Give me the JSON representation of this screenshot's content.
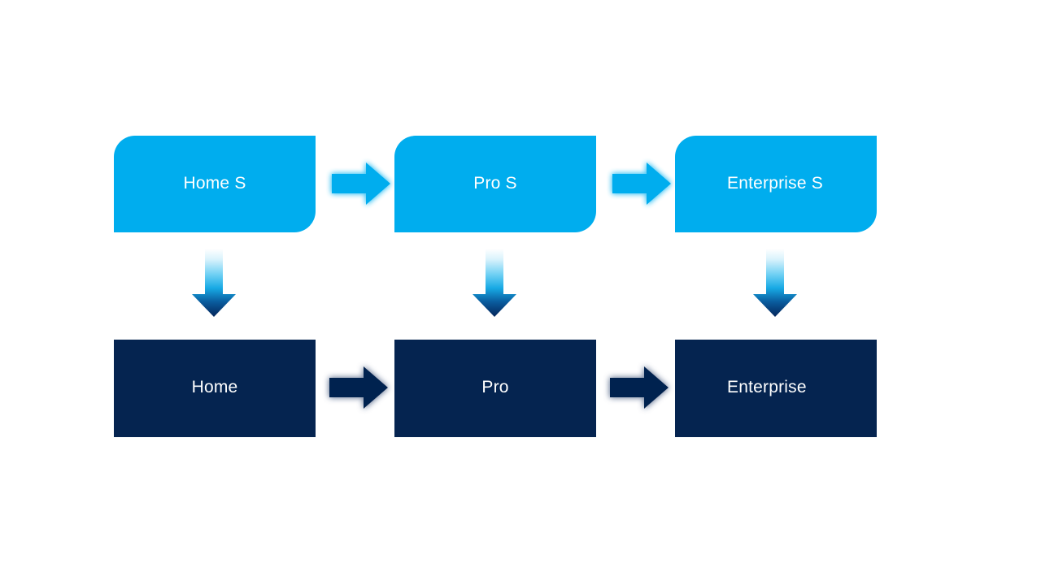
{
  "diagram": {
    "title": "Product tier progression diagram",
    "background_color": "#FFFFFF",
    "colors": {
      "tier_accent": "#00ADEE",
      "tier_base": "#052450",
      "label_text": "#FFFFFF",
      "gradient_top": "#FFFFFF",
      "gradient_mid": "#35BDF0",
      "gradient_bottom": "#05295C"
    },
    "top_row": {
      "row_name": "suite-tier-row",
      "nodes": [
        {
          "id": "home-s",
          "label": "Home S"
        },
        {
          "id": "pro-s",
          "label": "Pro S"
        },
        {
          "id": "enterprise-s",
          "label": "Enterprise S"
        }
      ],
      "connectors": [
        {
          "id": "home-s-to-pro-s",
          "icon": "arrow-right-icon",
          "direction": "right",
          "color": "#00ADEE"
        },
        {
          "id": "pro-s-to-enterprise-s",
          "icon": "arrow-right-icon",
          "direction": "right",
          "color": "#00ADEE"
        }
      ]
    },
    "bottom_row": {
      "row_name": "base-tier-row",
      "nodes": [
        {
          "id": "home",
          "label": "Home"
        },
        {
          "id": "pro",
          "label": "Pro"
        },
        {
          "id": "enterprise",
          "label": "Enterprise"
        }
      ],
      "connectors": [
        {
          "id": "home-to-pro",
          "icon": "arrow-right-icon",
          "direction": "right",
          "color": "#052450"
        },
        {
          "id": "pro-to-enterprise",
          "icon": "arrow-right-icon",
          "direction": "right",
          "color": "#052450"
        }
      ]
    },
    "vertical_connectors": [
      {
        "id": "home-s-to-home",
        "icon": "arrow-down-icon",
        "direction": "down"
      },
      {
        "id": "pro-s-to-pro",
        "icon": "arrow-down-icon",
        "direction": "down"
      },
      {
        "id": "enterprise-s-to-enterprise",
        "icon": "arrow-down-icon",
        "direction": "down"
      }
    ]
  }
}
